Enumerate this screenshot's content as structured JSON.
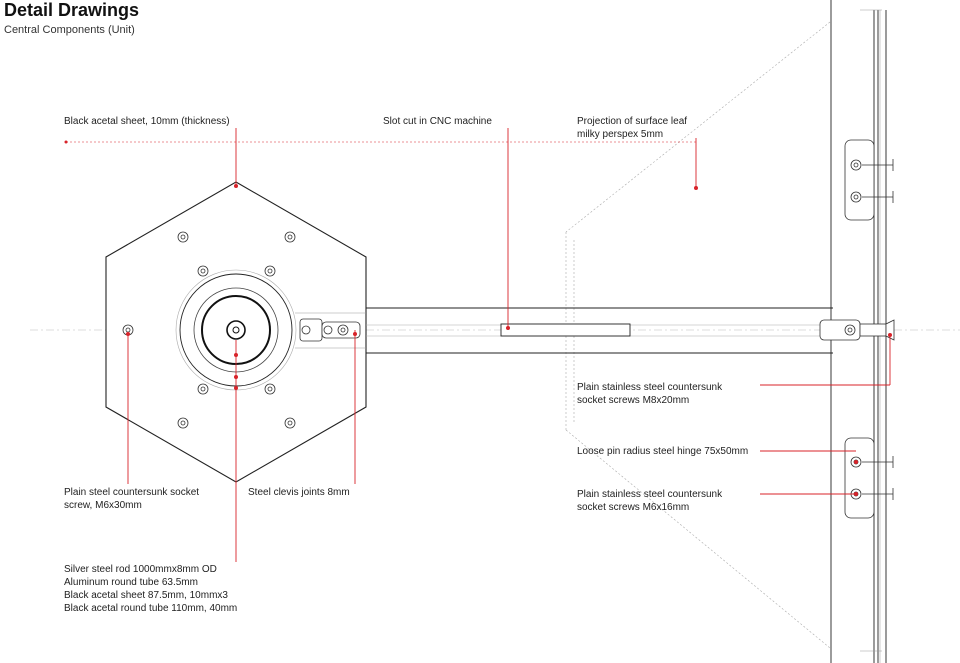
{
  "header": {
    "title": "Detail Drawings",
    "subtitle": "Central Components (Unit)"
  },
  "labels": {
    "acetal_sheet": "Black acetal sheet, 10mm (thickness)",
    "slot_cut": "Slot cut in CNC machine",
    "projection": "Projection of surface leaf\nmilky perspex 5mm",
    "countersunk_m8": "Plain stainless steel countersunk\nsocket screws M8x20mm",
    "hinge": "Loose pin radius steel hinge 75x50mm",
    "countersunk_m6x16": "Plain stainless steel countersunk\nsocket screws M6x16mm",
    "countersunk_m6x30": "Plain steel countersunk socket\nscrew, M6x30mm",
    "clevis": "Steel clevis joints 8mm",
    "rod_assembly": "Silver steel rod 1000mmx8mm OD\nAluminum round tube 63.5mm\nBlack acetal sheet 87.5mm, 10mmx3\nBlack acetal round tube 110mm, 40mm"
  },
  "colors": {
    "leader": "#d8232a",
    "line": "#222222",
    "guide": "#bbbbbb"
  }
}
